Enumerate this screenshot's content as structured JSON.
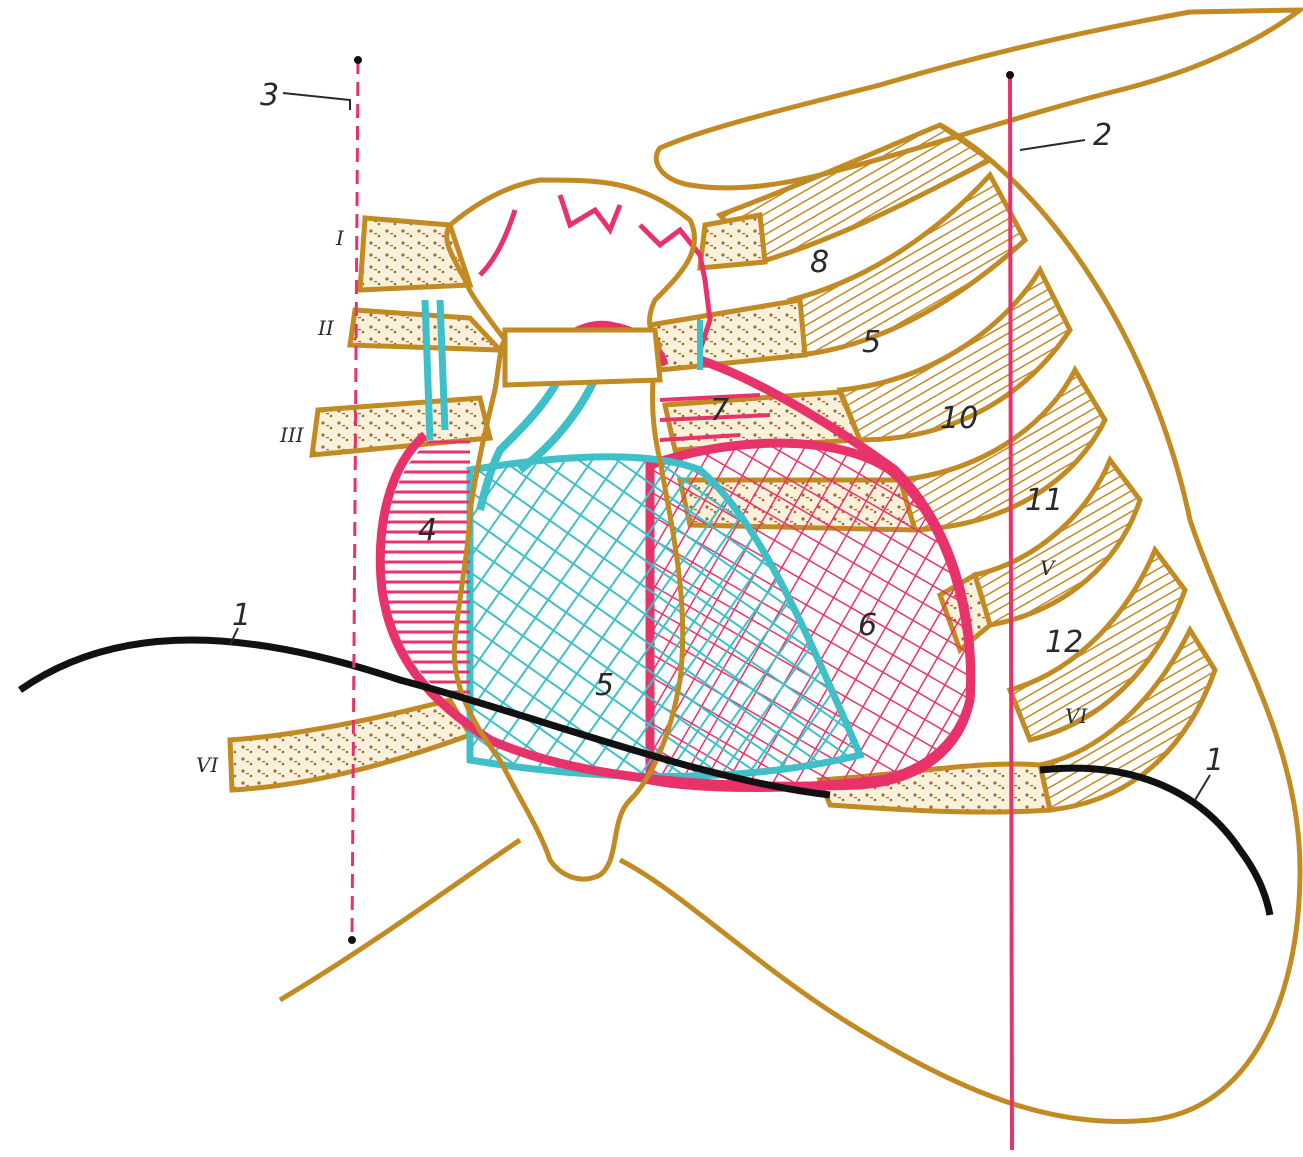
{
  "colors": {
    "bone_outline": "#c28a22",
    "bone_hatch": "#c28a22",
    "cartilage_dots": "#b07a30",
    "cartilage_fill": "#faf1dc",
    "right_atrium_outline": "#e8336a",
    "right_ventricle": "#3fbfc8",
    "left_ventricle": "#e8336a",
    "diaphragm": "#111111",
    "line_3": "#e8336a",
    "line_2": "#e8336a",
    "label_text": "#2a2a2a",
    "background": "#ffffff"
  },
  "labels": {
    "line_3": "3",
    "line_2": "2",
    "diaphragm_left": "1",
    "diaphragm_right": "1",
    "right_atrium": "4",
    "right_ventricle": "5",
    "left_ventricle": "6",
    "left_atrium": "7",
    "intercostal_8": "8",
    "intercostal_5": "5",
    "intercostal_10": "10",
    "intercostal_11": "11",
    "intercostal_12": "12"
  },
  "rib_numerals": {
    "right": [
      "I",
      "II",
      "III",
      "VI"
    ],
    "left": [
      "V",
      "VI"
    ]
  }
}
